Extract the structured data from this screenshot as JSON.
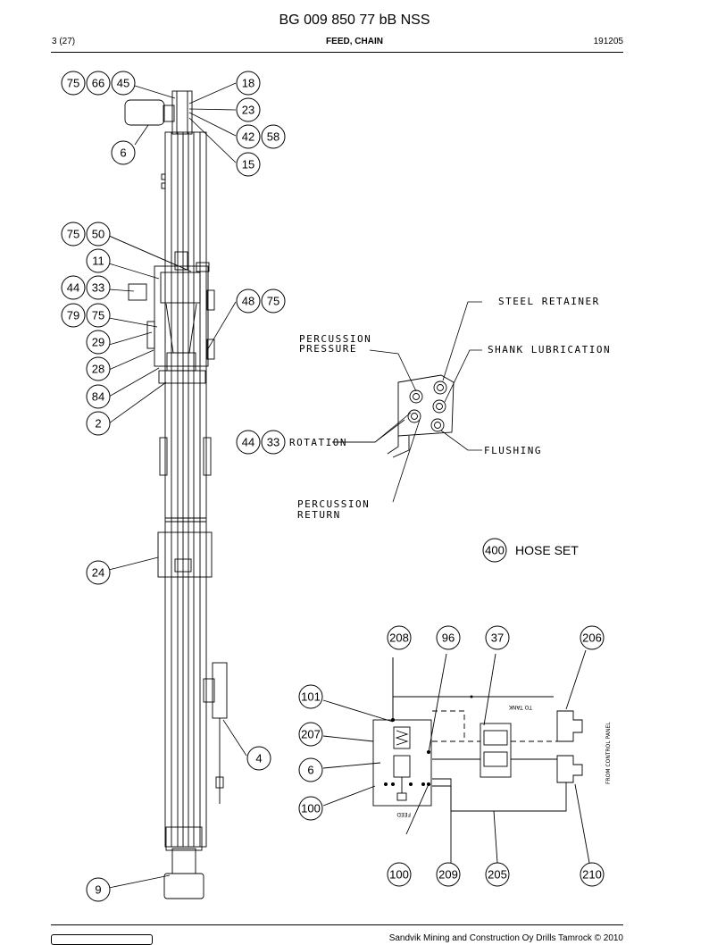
{
  "header": {
    "title": "BG 009 850 77 bB NSS",
    "page": "3 (27)",
    "section": "FEED, CHAIN",
    "date": "191205"
  },
  "callouts": {
    "c75a": "75",
    "c66": "66",
    "c45": "45",
    "c18": "18",
    "c23": "23",
    "c42": "42",
    "c58": "58",
    "c6a": "6",
    "c15": "15",
    "c75b": "75",
    "c50": "50",
    "c11": "11",
    "c44a": "44",
    "c33a": "33",
    "c79": "79",
    "c75c": "75",
    "c29": "29",
    "c28": "28",
    "c84": "84",
    "c2": "2",
    "c48": "48",
    "c75d": "75",
    "c44b": "44",
    "c33b": "33",
    "c24": "24",
    "c4": "4",
    "c9": "9",
    "c400": "400",
    "c101": "101",
    "c207": "207",
    "c6b": "6",
    "c100a": "100",
    "c100b": "100",
    "c208": "208",
    "c96": "96",
    "c37": "37",
    "c206": "206",
    "c209": "209",
    "c205": "205",
    "c210": "210"
  },
  "detail_labels": {
    "steel_retainer": "STEEL RETAINER",
    "percussion_pressure_1": "PERCUSSION",
    "percussion_pressure_2": "PRESSURE",
    "shank_lubrication": "SHANK LUBRICATION",
    "rotation": "ROTATION",
    "flushing": "FLUSHING",
    "percussion_return_1": "PERCUSSION",
    "percussion_return_2": "RETURN"
  },
  "hose_set": {
    "label": "HOSE SET"
  },
  "schematic": {
    "to_tank": "TO TANK",
    "from_control_panel": "FROM CONTROL PANEL",
    "feed": "FEED"
  },
  "footer": {
    "text": "Sandvik Mining and Construction Oy Drills Tamrock © 2010"
  }
}
